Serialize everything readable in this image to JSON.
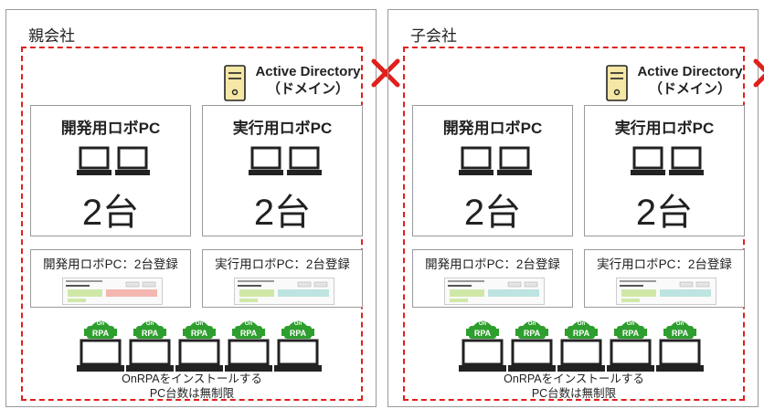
{
  "companies": [
    {
      "label": "親会社",
      "ad": {
        "line1": "Active Directory",
        "line2": "（ドメイン）"
      },
      "dev": {
        "title": "開発用ロボPC",
        "count": "2台",
        "reg": "開発用ロボPC：2台登録"
      },
      "exec": {
        "title": "実行用ロボPC",
        "count": "2台",
        "reg": "実行用ロボPC：2台登録"
      },
      "footer": {
        "line1": "OnRPAをインストールする",
        "line2": "PC台数は無制限"
      }
    },
    {
      "label": "子会社",
      "ad": {
        "line1": "Active Directory",
        "line2": "（ドメイン）"
      },
      "dev": {
        "title": "開発用ロボPC",
        "count": "2台",
        "reg": "開発用ロボPC：2台登録"
      },
      "exec": {
        "title": "実行用ロボPC",
        "count": "2台",
        "reg": "実行用ロボPC：2台登録"
      },
      "footer": {
        "line1": "OnRPAをインストールする",
        "line2": "PC台数は無制限"
      }
    }
  ],
  "icons": {
    "blocked": "x-mark-icon",
    "server": "server-icon",
    "laptop": "laptop-icon",
    "rpa_robot": "rpa-robot-icon"
  },
  "rpa_badge_text": "RPA",
  "rpa_head_text": "On",
  "colors": {
    "dashed_border": "#e0201c",
    "x_mark": "#e0201c",
    "rpa_green": "#2e9e2e",
    "server_fill": "#f5e7a6"
  }
}
